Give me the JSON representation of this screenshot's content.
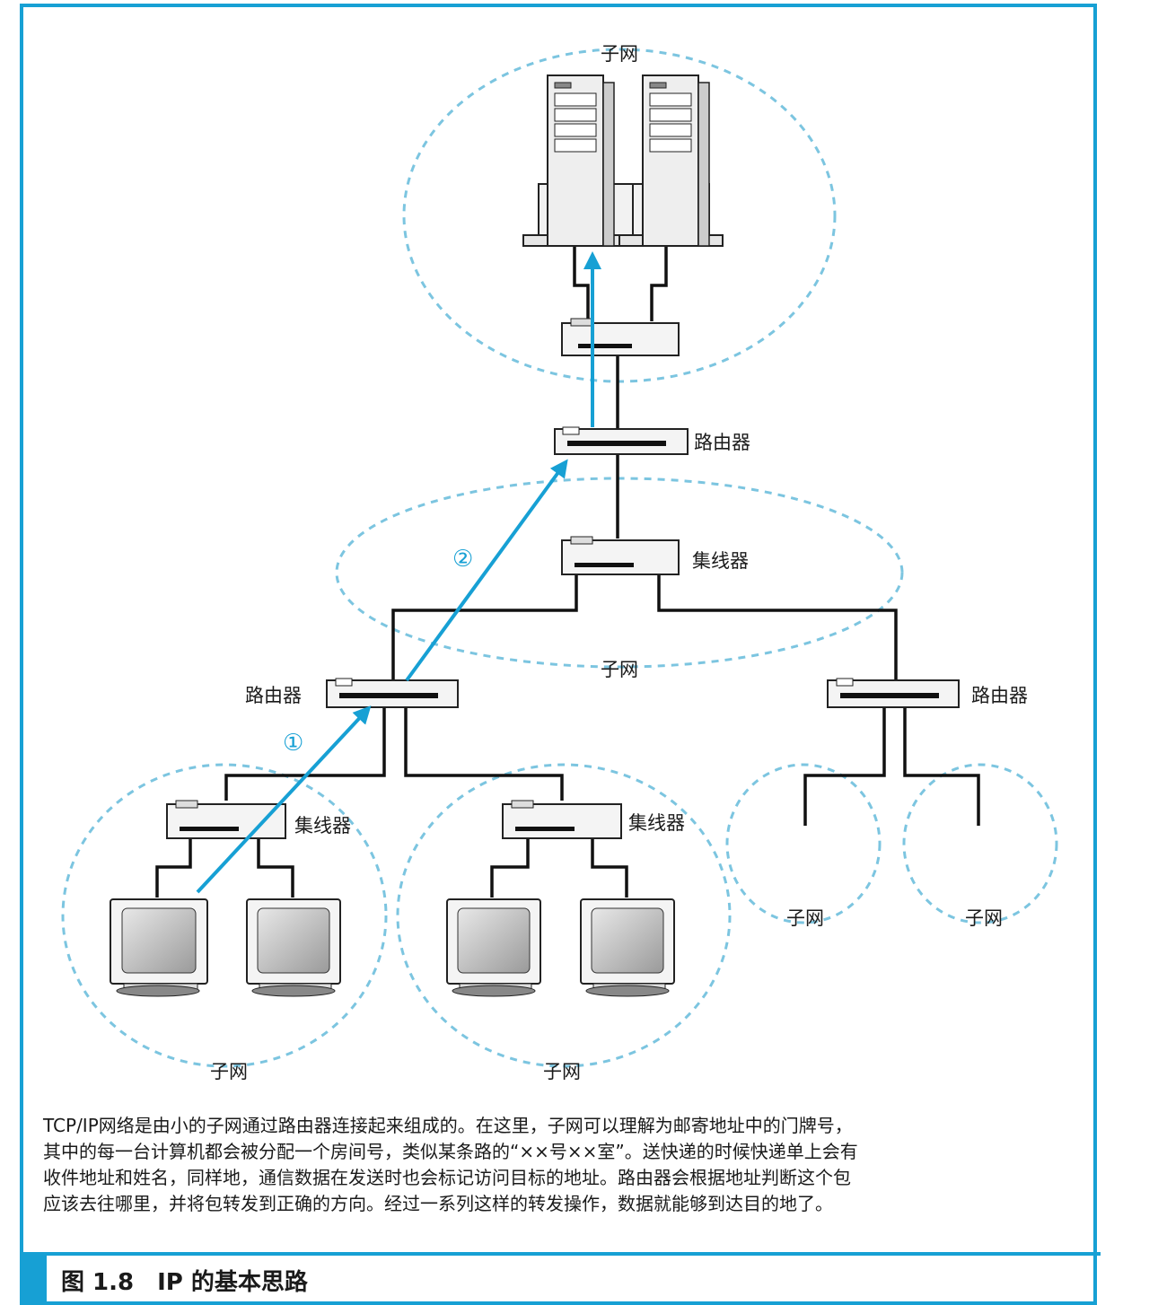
{
  "labels": {
    "subnet": "子网",
    "router": "路由器",
    "hub": "集线器",
    "step1": "①",
    "step2": "②"
  },
  "description": "TCP/IP网络是由小的子网通过路由器连接起来组成的。在这里，子网可以理解为邮寄地址中的门牌号，\n其中的每一台计算机都会被分配一个房间号，类似某条路的“××号××室”。送快递的时候快递单上会有\n收件地址和姓名，同样地，通信数据在发送时也会标记访问目标的地址。路由器会根据地址判断这个包\n应该去往哪里，并将包转发到正确的方向。经过一系列这样的转发操作，数据就能够到达目的地了。",
  "caption": "图 1.8　IP 的基本思路",
  "colors": {
    "accent": "#17a0d4",
    "dashed": "#7cc5e0",
    "line": "#111111"
  }
}
